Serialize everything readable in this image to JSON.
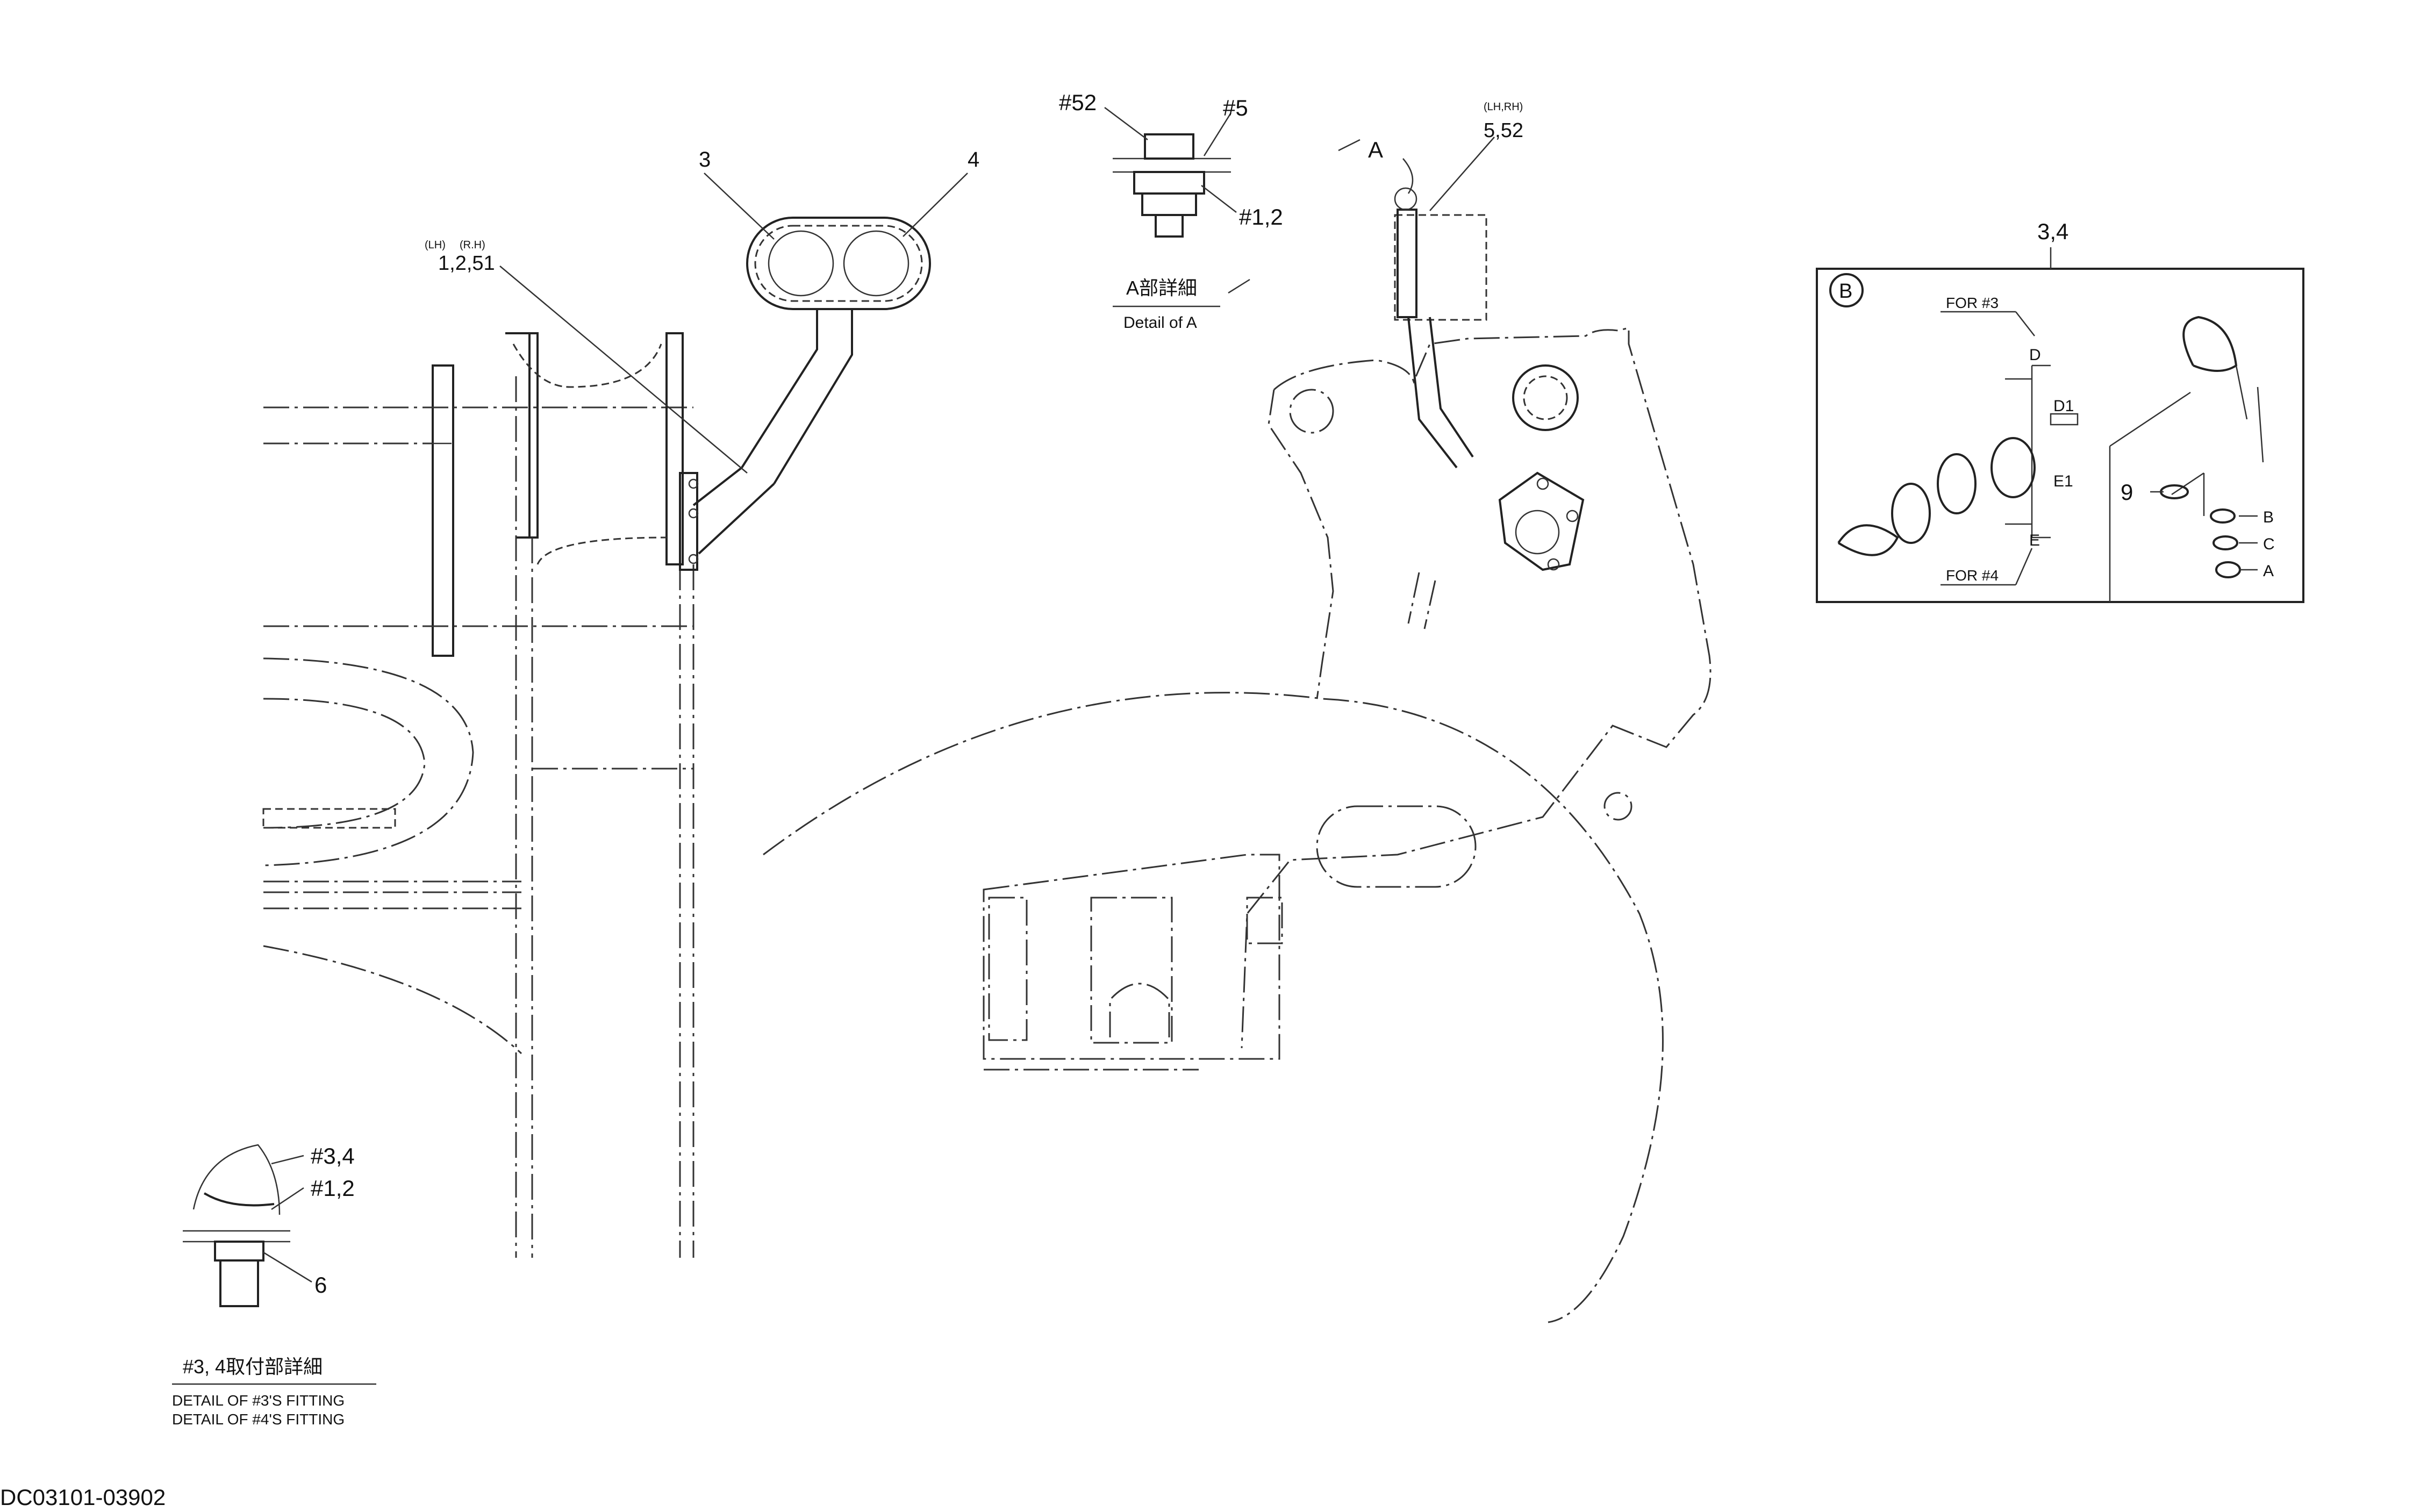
{
  "drawing_id": "DC03101-03902",
  "detail_a": {
    "title_jp": "A部詳細",
    "title_en": "Detail of A",
    "callout": "A",
    "part_52": "#52",
    "part_5": "#5",
    "part_12": "#1,2",
    "lh_rh": "(LH,RH)",
    "parts_552": "5,52"
  },
  "main_callouts": {
    "part_3": "3",
    "part_4": "4",
    "lh": "(LH)",
    "rh": "(R.H)",
    "parts_1251": "1,2,51"
  },
  "fitting_detail": {
    "part_34": "#3,4",
    "part_12": "#1,2",
    "part_6": "6",
    "title_jp": "#3, 4取付部詳細",
    "title_en_1": "DETAIL OF #3'S FITTING",
    "title_en_2": "DETAIL OF #4'S FITTING"
  },
  "detail_b": {
    "header": "3,4",
    "marker": "B",
    "for3": "FOR #3",
    "for4": "FOR #4",
    "label_d": "D",
    "label_d1": "D1",
    "label_e1": "E1",
    "label_e": "E",
    "part_9": "9",
    "label_b": "B",
    "label_c": "C",
    "label_a": "A"
  }
}
